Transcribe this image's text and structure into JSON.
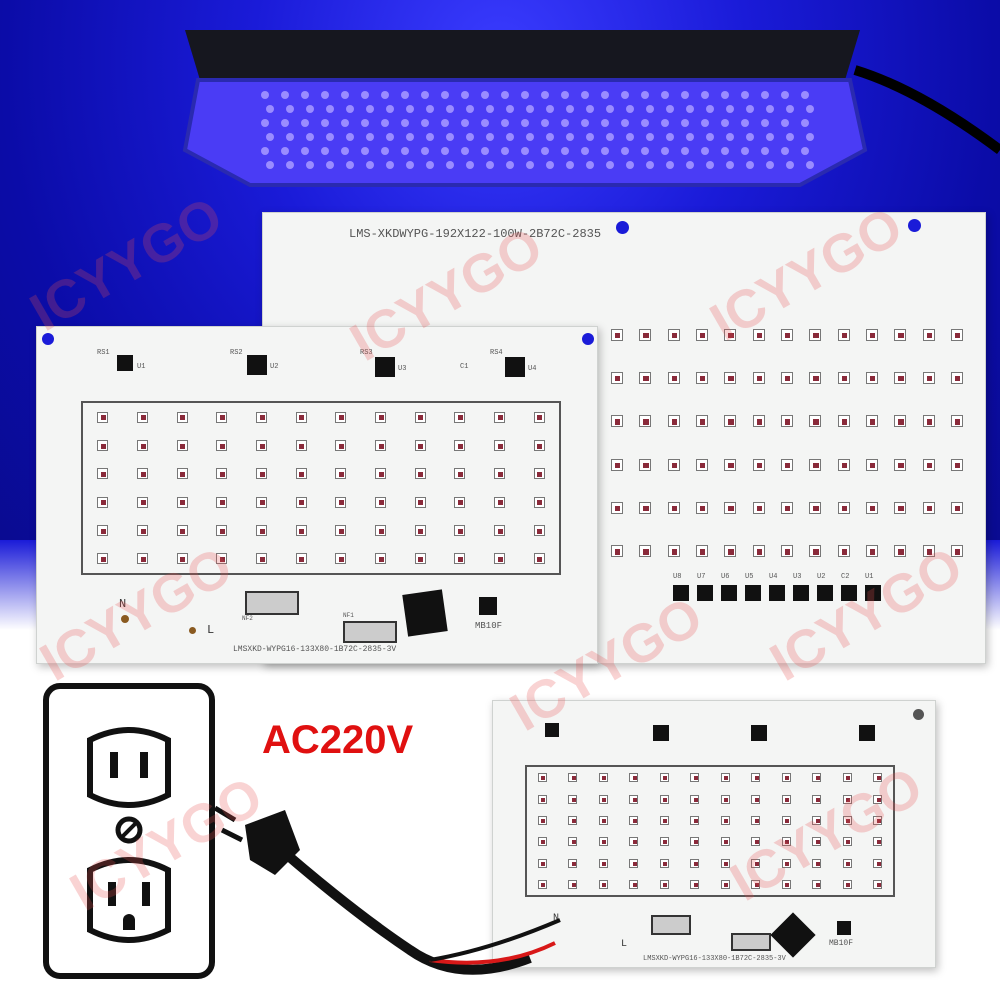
{
  "watermark": "ICYYGO",
  "large_board": {
    "model_text": "LMS-XKDWYPG-192X122-100W-2B72C-2835",
    "chip_labels": [
      "U8",
      "U7",
      "U6",
      "U5",
      "U4",
      "U3",
      "U2",
      "C2",
      "U1"
    ]
  },
  "small_board": {
    "model_text": "LMSXKD-WYPG16-133X80-1B72C-2835-3V",
    "labels": {
      "rs1": "RS1",
      "rs2": "RS2",
      "rs3": "RS3",
      "rs4": "RS4",
      "u1": "U1",
      "u2": "U2",
      "u3": "U3",
      "u4": "U4",
      "c1": "C1",
      "n": "N",
      "l": "L",
      "nf2": "NF2",
      "nf1": "NF1",
      "rectifier": "MB10F"
    }
  },
  "bottom_board": {
    "model_text": "LMSXKD-WYPG16-133X80-1B72C-2835-3V",
    "labels": {
      "n": "N",
      "l": "L",
      "rectifier": "MB10F"
    }
  },
  "voltage_label": "AC220V",
  "colors": {
    "uv_glow": "#1a1bd8",
    "label_red": "#e01010",
    "wire_red": "#d81818"
  }
}
